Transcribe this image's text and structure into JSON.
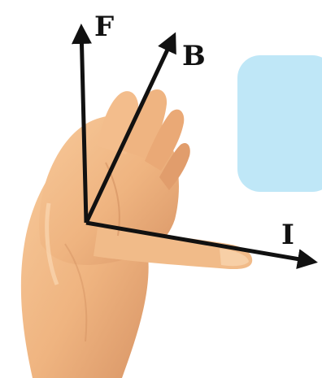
{
  "diagram": {
    "vectors": [
      {
        "id": "F",
        "label": "F"
      },
      {
        "id": "B",
        "label": "B"
      },
      {
        "id": "I",
        "label": "I"
      }
    ],
    "colors": {
      "skin": "#f0b887",
      "skin_shadow": "#d69363",
      "skin_highlight": "#f9d4ae",
      "arrow": "#111111",
      "panel": "#bfe7f7"
    }
  }
}
